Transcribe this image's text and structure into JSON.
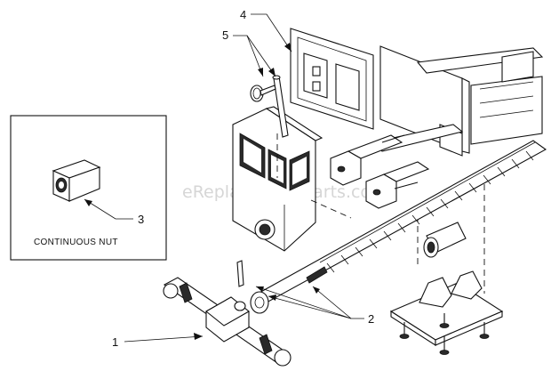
{
  "diagram": {
    "watermark": "eReplacementParts.com",
    "inset_caption": "CONTINUOUS NUT",
    "callouts": [
      {
        "id": "1",
        "text": "1"
      },
      {
        "id": "2",
        "text": "2"
      },
      {
        "id": "3",
        "text": "3"
      },
      {
        "id": "4",
        "text": "4"
      },
      {
        "id": "5",
        "text": "5"
      }
    ]
  }
}
